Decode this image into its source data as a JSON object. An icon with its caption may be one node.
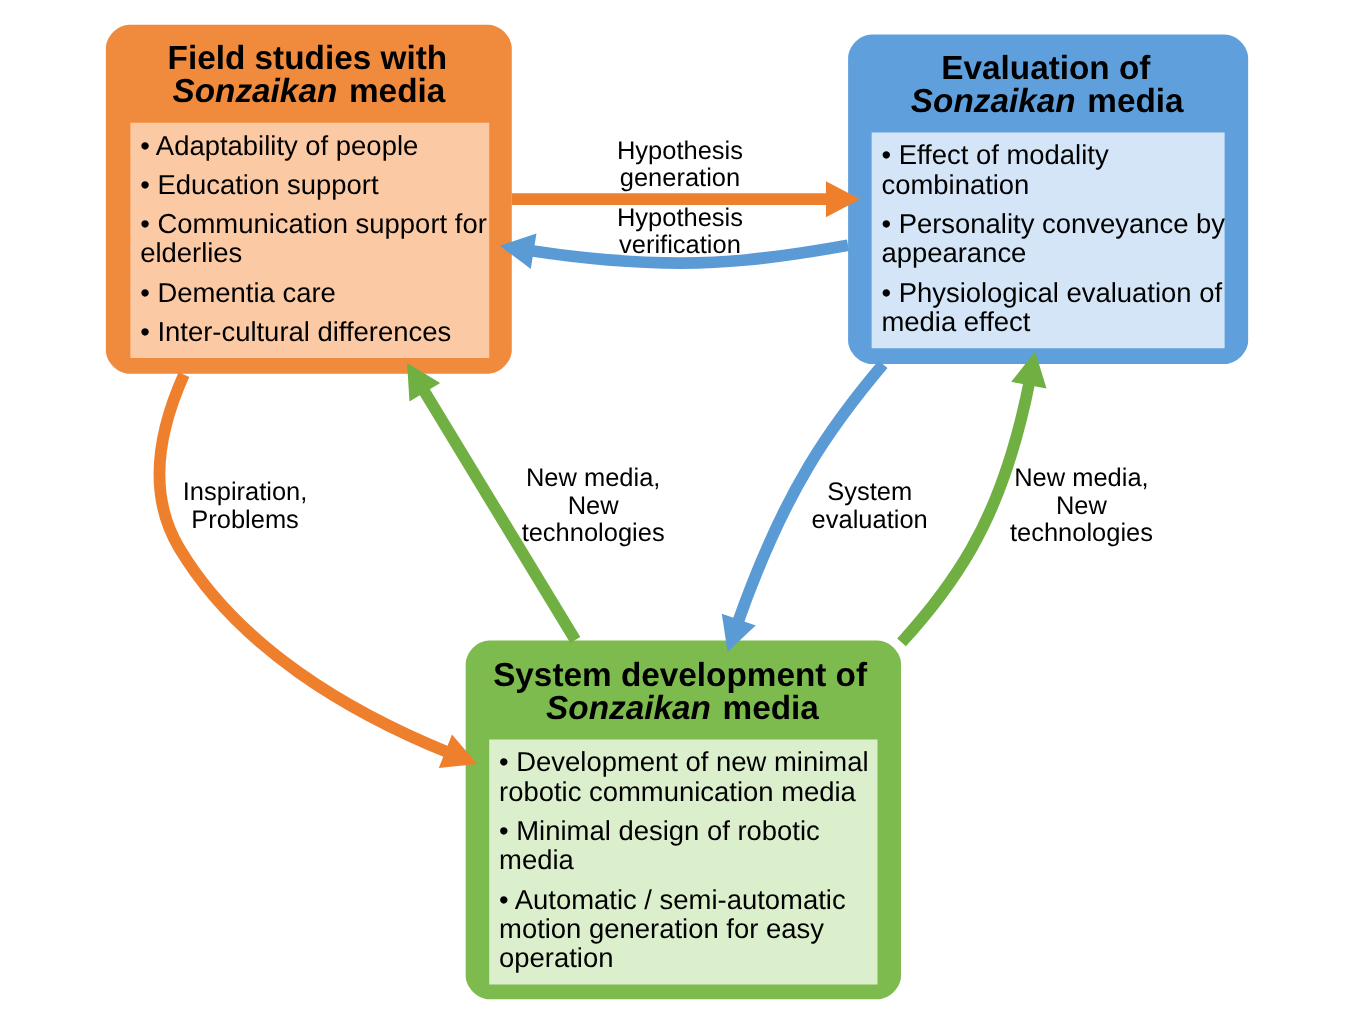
{
  "diagram": {
    "nodes": [
      {
        "text": [
          "Field studies with *Sonzaikan* media",
          "• Adaptability of people",
          "• Education support",
          "• Communication support for elderlies",
          "• Dementia care",
          "• Inter-cultural differences"
        ]
      },
      {
        "text": [
          "Evaluation of *Sonzaikan* media",
          "• Effect of modality combination",
          "• Personality conveyance by appearance",
          "• Physiological evaluation of media effect"
        ]
      },
      {
        "text": [
          "System development of *Sonzaikan* media",
          "• Development of new minimal robotic communication media",
          "• Minimal design of robotic media",
          "• Automatic / semi-automatic motion generation for easy operation"
        ]
      }
    ],
    "edges": [
      {
        "from": 0,
        "to": 1,
        "arrow": "to",
        "label": "Hypothesis generation",
        "color": "#ee7f2d"
      },
      {
        "from": 1,
        "to": 0,
        "arrow": "to",
        "label": "Hypothesis verification",
        "color": "#5b9bd5"
      },
      {
        "from": 0,
        "to": 2,
        "arrow": "to",
        "label": "Inspiration, Problems",
        "color": "#ee7f2d"
      },
      {
        "from": 2,
        "to": 0,
        "arrow": "to",
        "label": "New media, New technologies",
        "color": "#70b043"
      },
      {
        "from": 2,
        "to": 1,
        "arrow": "to",
        "label": "New media, New technologies",
        "color": "#70b043"
      },
      {
        "from": 1,
        "to": 2,
        "arrow": "to",
        "label": "System evaluation",
        "color": "#5b9bd5"
      }
    ]
  }
}
